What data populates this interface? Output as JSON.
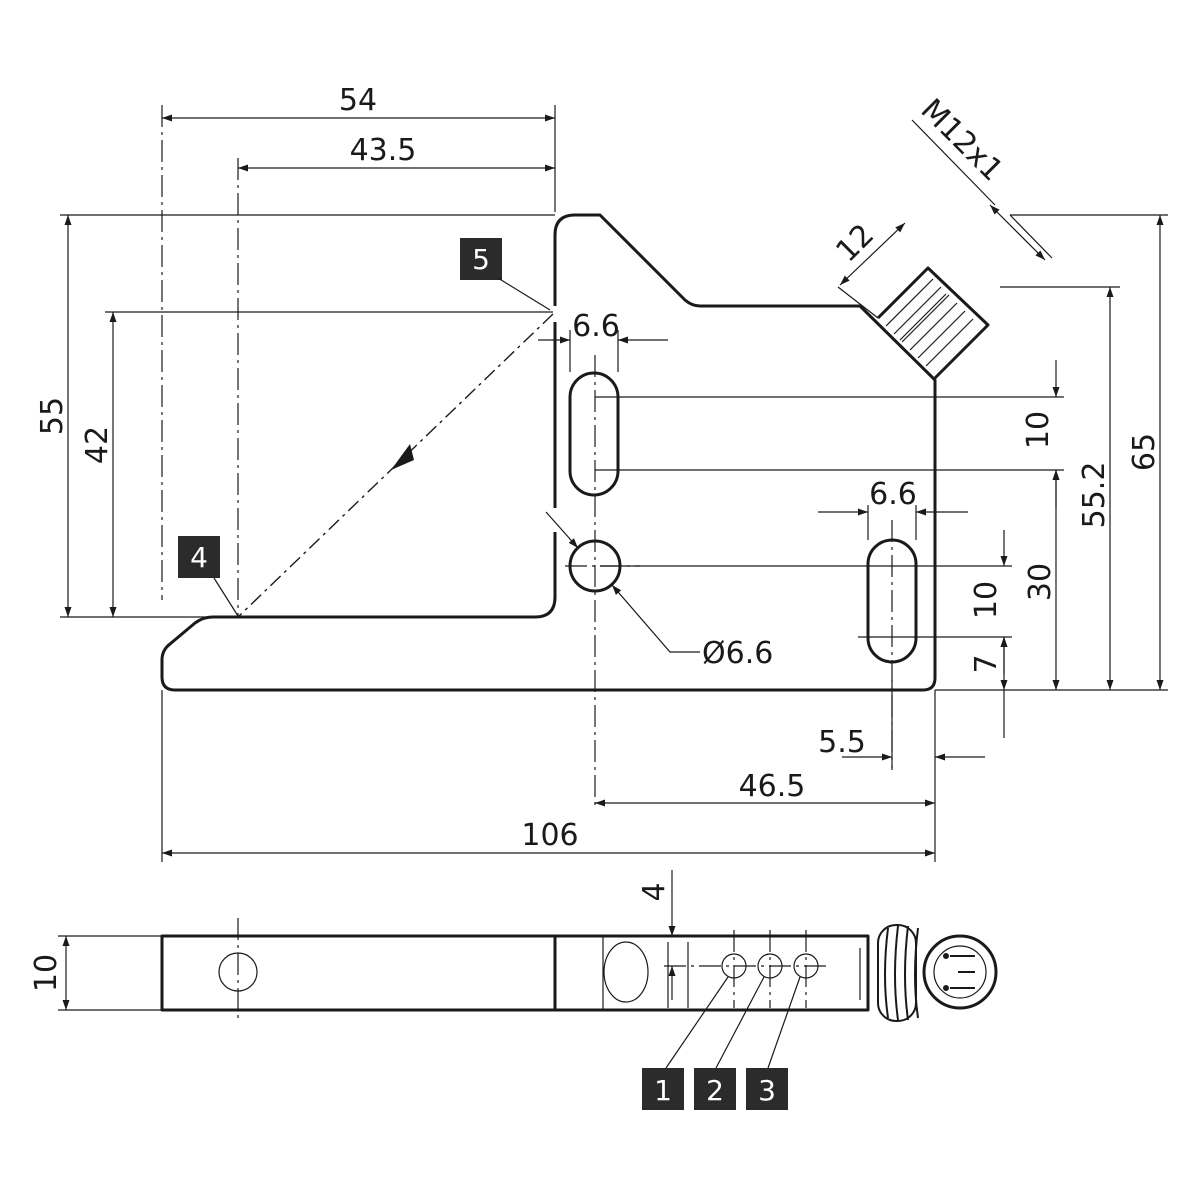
{
  "dimensions": {
    "width_54": "54",
    "width_43_5": "43.5",
    "height_55": "55",
    "height_42": "42",
    "height_65": "65",
    "height_55_2": "55.2",
    "height_30": "30",
    "slot_width_top": "6.6",
    "slot_length_top": "10",
    "slot_width_right": "6.6",
    "slot_length_right": "10",
    "offset_7": "7",
    "offset_5_5": "5.5",
    "distance_46_5": "46.5",
    "total_length": "106",
    "hole_diameter": "Ø6.6",
    "connector_size": "12",
    "thread": "M12x1",
    "thickness": "10",
    "pin_spacing": "4"
  },
  "markers": [
    "1",
    "2",
    "3",
    "4",
    "5"
  ],
  "colors": {
    "line": "#1a1a1a",
    "marker_fill": "#2b2b2b",
    "marker_text": "#ffffff",
    "background": "#ffffff"
  }
}
